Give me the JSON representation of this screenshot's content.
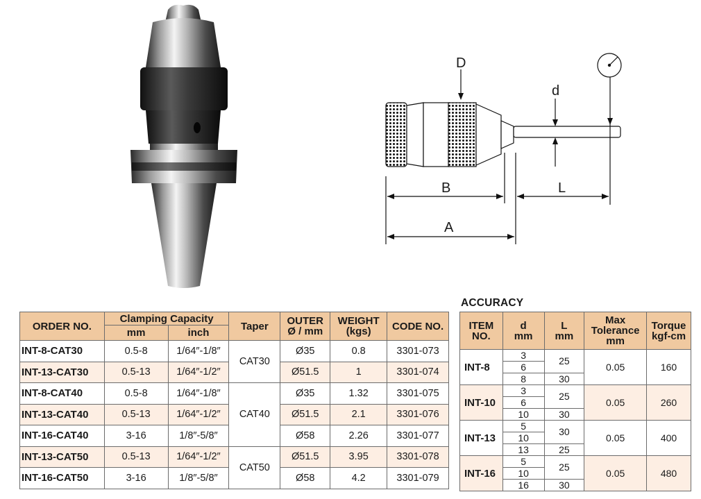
{
  "order_table": {
    "headers": {
      "order_no": "ORDER NO.",
      "clamping": "Clamping Capacity",
      "mm": "mm",
      "inch": "inch",
      "taper": "Taper",
      "outer_l1": "OUTER",
      "outer_l2": "Ø / mm",
      "weight_l1": "WEIGHT",
      "weight_l2": "(kgs)",
      "code": "CODE NO."
    },
    "rows": [
      {
        "order": "INT-8-CAT30",
        "mm": "0.5-8",
        "inch": "1/64″-1/8″",
        "outer": "Ø35",
        "weight": "0.8",
        "code": "3301-073"
      },
      {
        "order": "INT-13-CAT30",
        "mm": "0.5-13",
        "inch": "1/64″-1/2″",
        "outer": "Ø51.5",
        "weight": "1",
        "code": "3301-074"
      },
      {
        "order": "INT-8-CAT40",
        "mm": "0.5-8",
        "inch": "1/64″-1/8″",
        "outer": "Ø35",
        "weight": "1.32",
        "code": "3301-075"
      },
      {
        "order": "INT-13-CAT40",
        "mm": "0.5-13",
        "inch": "1/64″-1/2″",
        "outer": "Ø51.5",
        "weight": "2.1",
        "code": "3301-076"
      },
      {
        "order": "INT-16-CAT40",
        "mm": "3-16",
        "inch": "1/8″-5/8″",
        "outer": "Ø58",
        "weight": "2.26",
        "code": "3301-077"
      },
      {
        "order": "INT-13-CAT50",
        "mm": "0.5-13",
        "inch": "1/64″-1/2″",
        "outer": "Ø51.5",
        "weight": "3.95",
        "code": "3301-078"
      },
      {
        "order": "INT-16-CAT50",
        "mm": "3-16",
        "inch": "1/8″-5/8″",
        "outer": "Ø58",
        "weight": "4.2",
        "code": "3301-079"
      }
    ],
    "tapers": [
      "CAT30",
      "CAT40",
      "CAT50"
    ]
  },
  "accuracy": {
    "title": "ACCURACY",
    "headers": {
      "item_l1": "ITEM",
      "item_l2": "NO.",
      "d_l1": "d",
      "d_l2": "mm",
      "l_l1": "L",
      "l_l2": "mm",
      "tol_l1": "Max",
      "tol_l2": "Tolerance",
      "tol_l3": "mm",
      "torque_l1": "Torque",
      "torque_l2": "kgf-cm"
    },
    "groups": [
      {
        "item": "INT-8",
        "d": [
          "3",
          "6",
          "8"
        ],
        "L": [
          "25",
          "30"
        ],
        "tol": "0.05",
        "torque": "160"
      },
      {
        "item": "INT-10",
        "d": [
          "3",
          "6",
          "10"
        ],
        "L": [
          "25",
          "30"
        ],
        "tol": "0.05",
        "torque": "260"
      },
      {
        "item": "INT-13",
        "d": [
          "5",
          "10",
          "13"
        ],
        "L": [
          "30",
          "25"
        ],
        "tol": "0.05",
        "torque": "400"
      },
      {
        "item": "INT-16",
        "d": [
          "5",
          "10",
          "16"
        ],
        "L": [
          "25",
          "30"
        ],
        "tol": "0.05",
        "torque": "480"
      }
    ]
  },
  "diagram": {
    "label_a": "A",
    "label_b": "B",
    "label_d_upper": "D",
    "label_d_lower": "d",
    "label_l": "L"
  },
  "colors": {
    "header_fill": "#f0c9a0",
    "row_shade": "#fdeee3"
  }
}
